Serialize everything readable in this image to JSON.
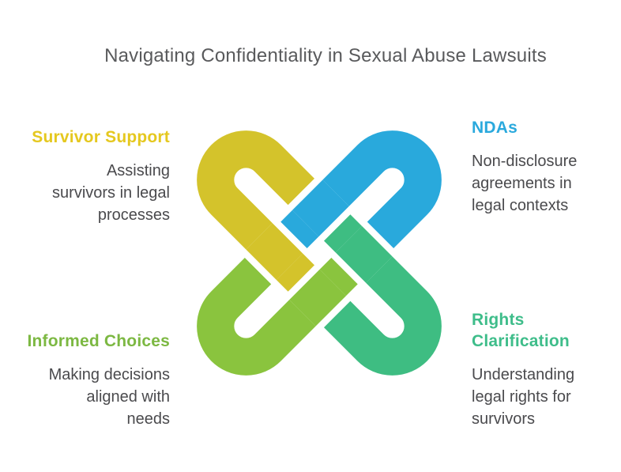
{
  "title": "Navigating Confidentiality in Sexual Abuse Lawsuits",
  "colors": {
    "gold": "#d4c32b",
    "blue": "#29a9dc",
    "green": "#3ebd82",
    "lime": "#8ac43e",
    "white_gap": "#ffffff",
    "title_text": "#595a5c",
    "body_text": "#4a4a4d",
    "heading_gold": "#e5c81f",
    "heading_blue": "#2aa9dd",
    "heading_lime": "#7cb842",
    "heading_green": "#3ebd8a"
  },
  "knot": {
    "description": "Four interlocking rounded loops woven over and under each other",
    "loops": [
      {
        "name": "gold-loop",
        "position": "top-left"
      },
      {
        "name": "blue-loop",
        "position": "top-right"
      },
      {
        "name": "green-loop",
        "position": "bottom-right"
      },
      {
        "name": "lime-loop",
        "position": "bottom-left"
      }
    ]
  },
  "blocks": {
    "survivor_support": {
      "heading": "Survivor Support",
      "body_lines": [
        "Assisting",
        "survivors in legal",
        "processes"
      ]
    },
    "ndas": {
      "heading": "NDAs",
      "body_lines": [
        "Non-disclosure",
        "agreements in",
        "legal contexts"
      ]
    },
    "informed_choices": {
      "heading": "Informed Choices",
      "body_lines": [
        "Making decisions",
        "aligned with",
        "needs"
      ]
    },
    "rights_clarification": {
      "heading_lines": [
        "Rights",
        "Clarification"
      ],
      "body_lines": [
        "Understanding",
        "legal rights for",
        "survivors"
      ]
    }
  }
}
